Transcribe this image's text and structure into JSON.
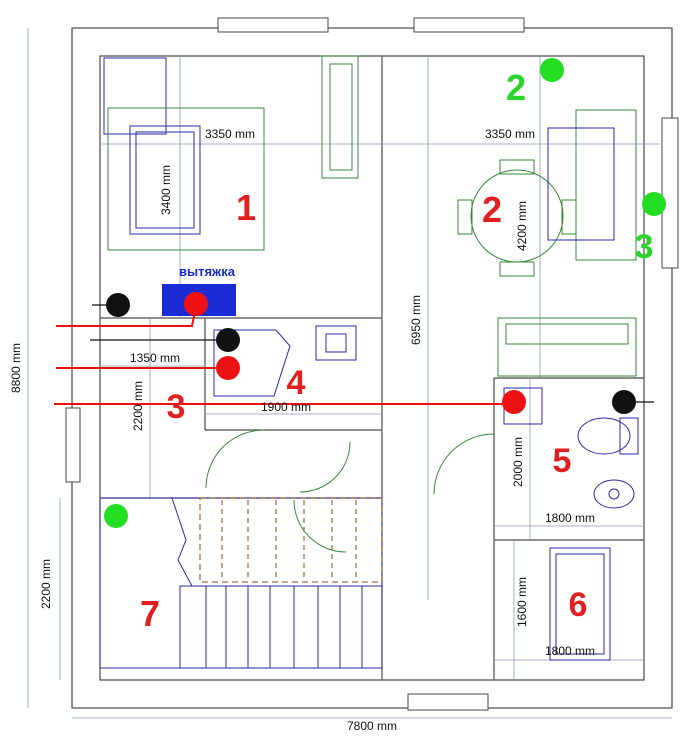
{
  "colors": {
    "wall": "#4a4a4a",
    "furniture_green": "#3a8a3a",
    "furniture_blue": "#2a2aa0",
    "dimension": "#8a9ab8",
    "red_marker": "#ee1111",
    "green_marker": "#22dd22",
    "hood_fill": "#1a2bd6"
  },
  "overall": {
    "width_label": "7800 mm",
    "height_label": "8800 mm"
  },
  "dimensions": {
    "d_3350_left": "3350 mm",
    "d_3350_right": "3350 mm",
    "d_3400": "3400 mm",
    "d_4200": "4200 mm",
    "d_6950": "6950 mm",
    "d_1350": "1350 mm",
    "d_2200_mid": "2200 mm",
    "d_1900": "1900 mm",
    "d_2000": "2000 mm",
    "d_1800_top": "1800 mm",
    "d_1600": "1600 mm",
    "d_1800_bottom": "1800 mm",
    "d_2200_stair": "2200 mm"
  },
  "labels": {
    "hood": "вытяжка"
  },
  "room_numbers": {
    "r1": "1",
    "r2_dining": "2",
    "r4": "4",
    "r5": "5",
    "r6": "6",
    "r7": "7",
    "red3": "3",
    "green2": "2",
    "green3": "3"
  }
}
